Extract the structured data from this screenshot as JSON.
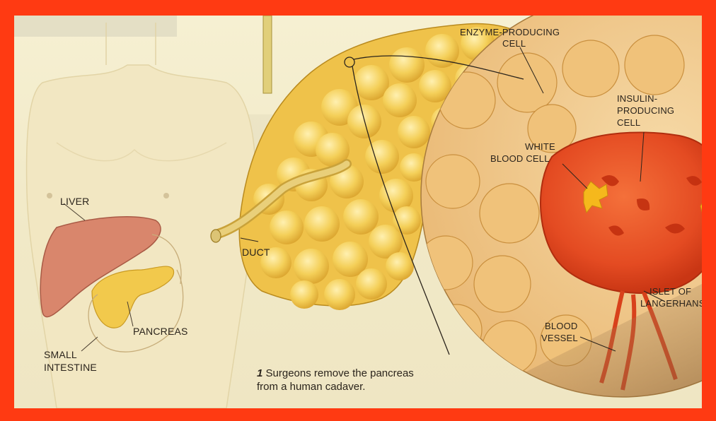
{
  "labels": {
    "liver": "LIVER",
    "pancreas": "PANCREAS",
    "small_intestine_line1": "SMALL",
    "small_intestine_line2": "INTESTINE",
    "duct": "DUCT",
    "enzyme_line1": "ENZYME-PRODUCING",
    "enzyme_line2": "CELL",
    "insulin_line1": "INSULIN-",
    "insulin_line2": "PRODUCING",
    "insulin_line3": "CELL",
    "white_line1": "WHITE",
    "white_line2": "BLOOD CELL",
    "islet_line1": "ISLET OF",
    "islet_line2": "LANGERHANS",
    "blood_line1": "BLOOD",
    "blood_line2": "VESSEL"
  },
  "caption": {
    "number": "1",
    "line1": "Surgeons remove the pancreas",
    "line2": "from a human cadaver."
  },
  "colors": {
    "frame": "#ff3a12",
    "panel": "#f6f0d2",
    "pancreas": "#f2c94c",
    "liver": "#d9866c",
    "islet": "#e8542a",
    "white_blood_cell": "#f5b81c"
  }
}
